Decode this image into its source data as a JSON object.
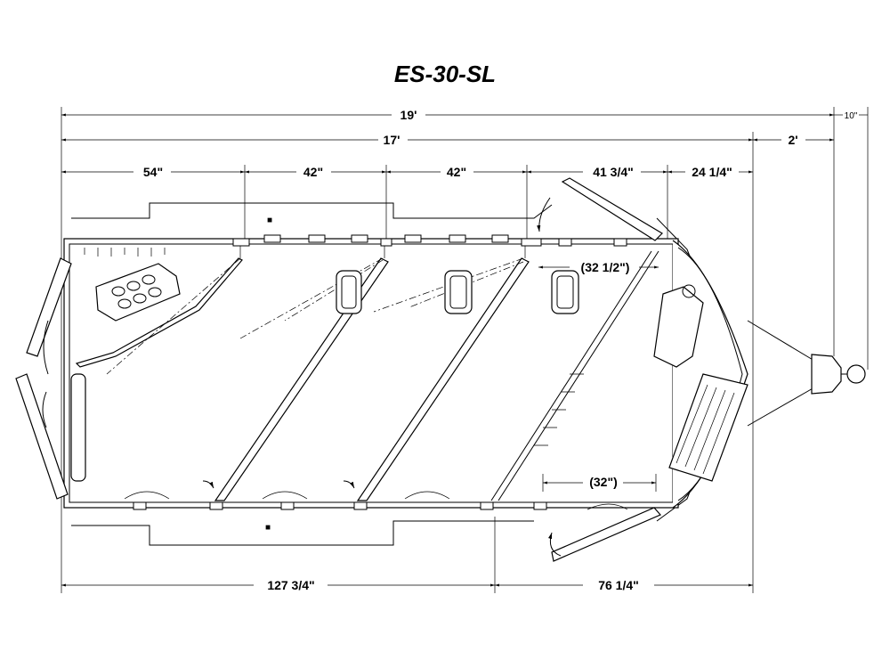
{
  "title": "ES-30-SL",
  "dimensions": {
    "overall_length": "19'",
    "tongue_extra": "10\"",
    "body_length": "17'",
    "tongue_length": "2'",
    "stall_1": "54\"",
    "stall_2": "42\"",
    "stall_3": "42\"",
    "front_section": "41 3/4\"",
    "nose_section": "24 1/4\"",
    "front_inner": "(32 1/2\")",
    "ramp_opening": "(32\")",
    "bottom_left": "127 3/4\"",
    "bottom_right": "76 1/4\""
  }
}
